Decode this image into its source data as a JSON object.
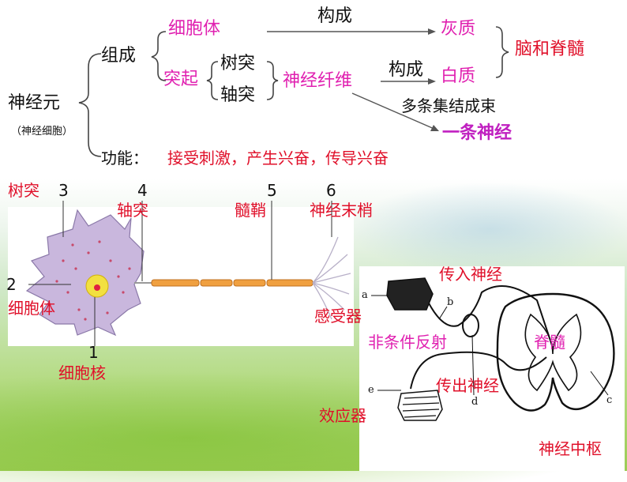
{
  "tree": {
    "root": "神经元",
    "root_note": "（神经细胞）",
    "composition": "组成",
    "cell_body": "细胞体",
    "process": "突起",
    "dendrite": "树突",
    "axon": "轴突",
    "nerve_fiber": "神经纤维",
    "form1": "构成",
    "form2": "构成",
    "gray_matter": "灰质",
    "white_matter": "白质",
    "brain_spinal": "脑和脊髓",
    "bundle": "多条集结成束",
    "one_nerve": "一条神经",
    "function_label": "功能：",
    "function_text": "接受刺激，产生兴奋，传导兴奋"
  },
  "neuron_fig": {
    "dendrite": "树突",
    "axon": "轴突",
    "myelin": "髓鞘",
    "nerve_ending": "神经末梢",
    "cell_body": "细胞体",
    "nucleus": "细胞核",
    "receptor": "感受器",
    "n1": "1",
    "n2": "2",
    "n3": "3",
    "n4": "4",
    "n5": "5",
    "n6": "6"
  },
  "reflex_fig": {
    "afferent": "传入神经",
    "unconditioned": "非条件反射",
    "spinal": "脊髓",
    "efferent": "传出神经",
    "effector": "效应器",
    "center": "神经中枢",
    "la": "a",
    "lb": "b",
    "lc": "c",
    "ld": "d",
    "le": "e"
  }
}
